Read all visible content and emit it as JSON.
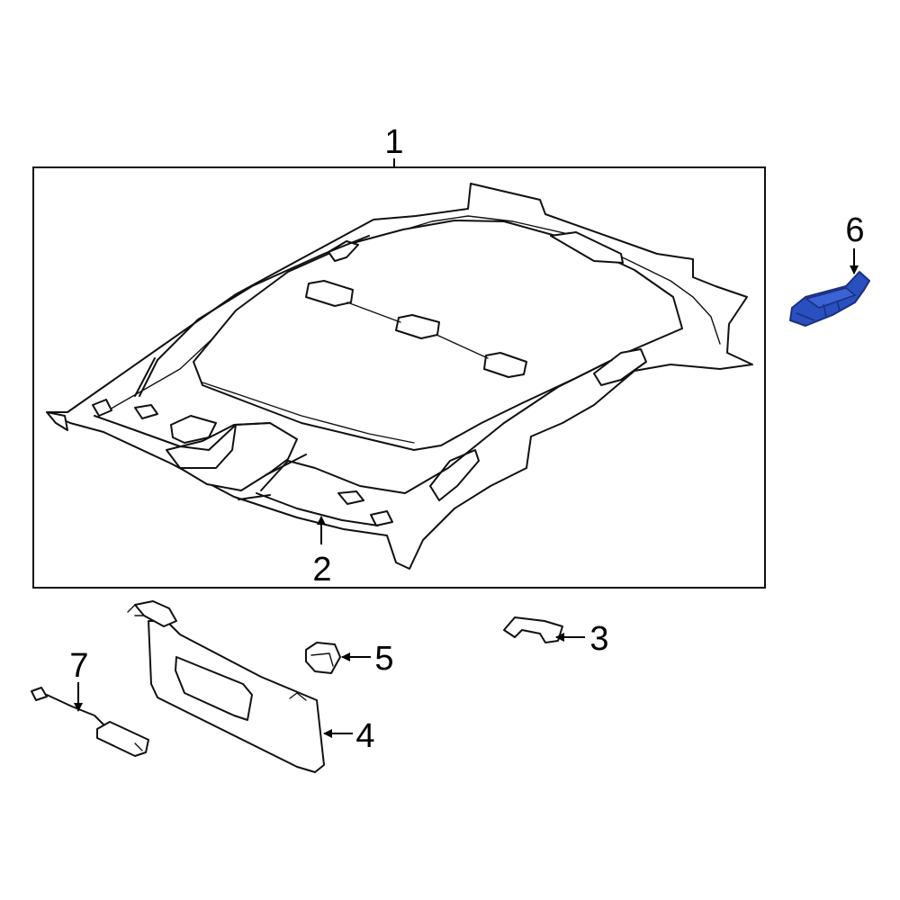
{
  "callouts": {
    "c1": "1",
    "c2": "2",
    "c3": "3",
    "c4": "4",
    "c5": "5",
    "c6": "6",
    "c7": "7"
  },
  "colors": {
    "highlight": "#2a4fbf",
    "highlight_dark": "#1a2f80",
    "line": "#111111",
    "background": "#ffffff"
  }
}
